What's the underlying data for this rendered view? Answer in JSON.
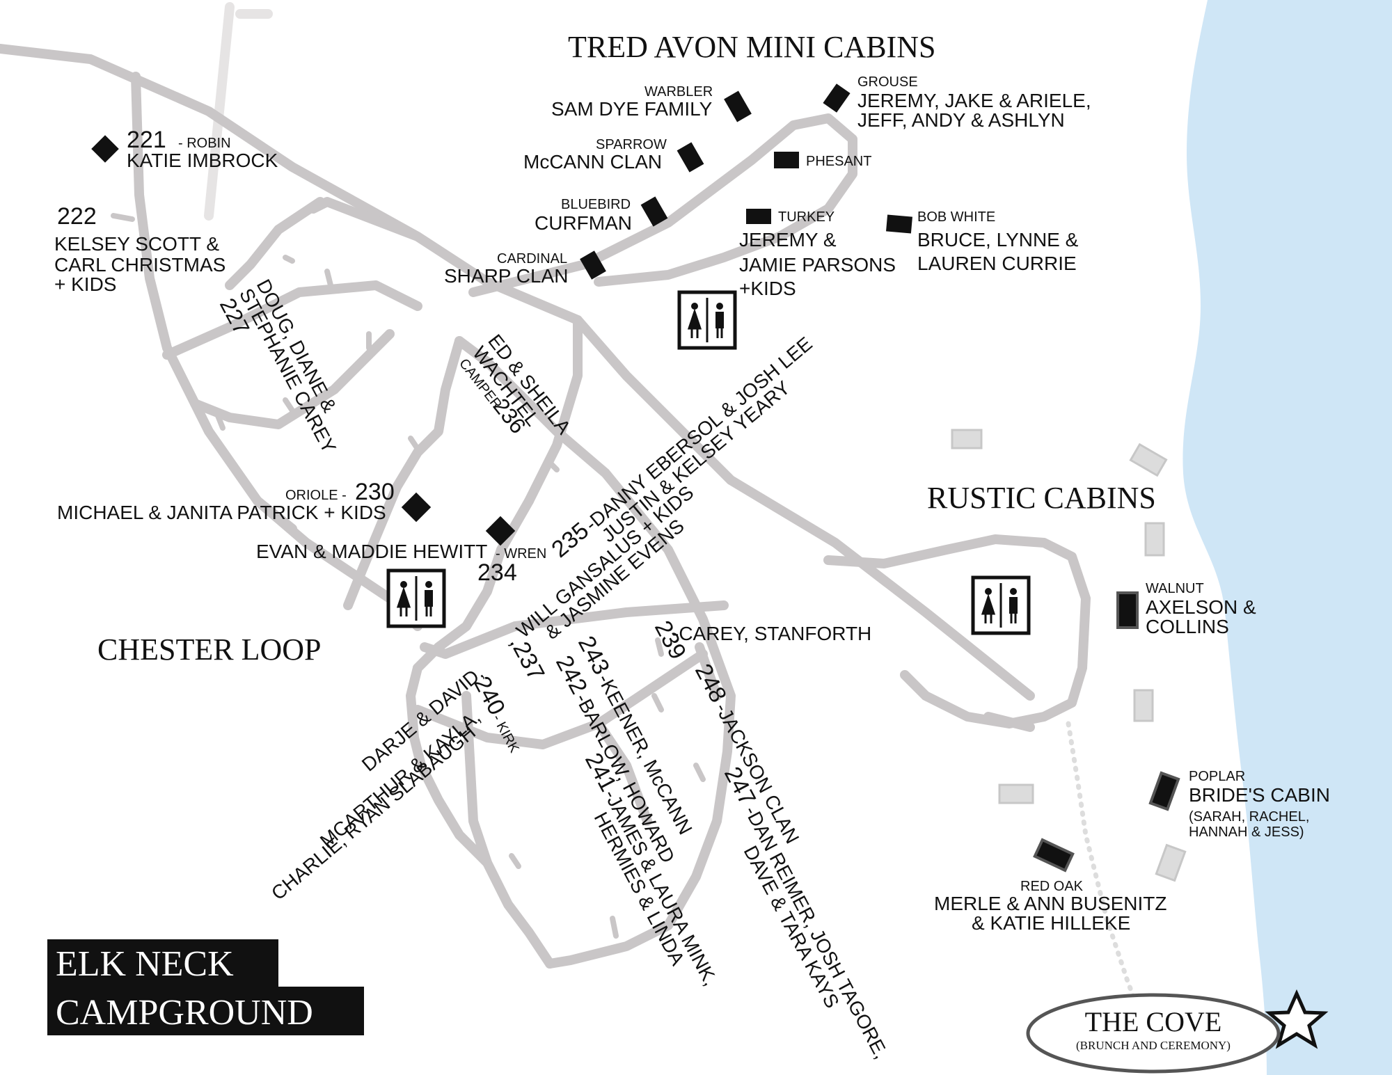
{
  "colors": {
    "water": "#cfe6f6",
    "road": "#c9c6c7",
    "cabin": "#111111",
    "ink": "#111111"
  },
  "titles": {
    "tred_avon": "TRED AVON MINI CABINS",
    "rustic": "RUSTIC CABINS",
    "chester": "CHESTER LOOP",
    "campground_line1": "ELK NECK",
    "campground_line2": "CAMPGROUND",
    "cove": "THE COVE",
    "cove_sub": "(BRUNCH AND CEREMONY)"
  },
  "sites": {
    "s221": {
      "num": "221",
      "tag": "- ROBIN",
      "name": "KATIE IMBROCK"
    },
    "s222": {
      "num": "222",
      "line1": "KELSEY SCOTT &",
      "line2": "CARL CHRISTMAS",
      "line3": "+ KIDS"
    },
    "s227": {
      "num": "227",
      "line1": "DOUG, DIANE &",
      "line2": "STEPHANIE CAREY"
    },
    "s236": {
      "num": "236",
      "line1": "ED & SHEILA",
      "line2": "WACHTEL",
      "tag": "CAMPER"
    },
    "s230": {
      "num": "230",
      "tag": "ORIOLE -",
      "name": "MICHAEL & JANITA PATRICK + KIDS"
    },
    "s234": {
      "num": "234",
      "name": "EVAN & MADDIE HEWITT",
      "tag": "- WREN"
    },
    "s235": {
      "num": "235",
      "line1": "-DANNY EBERSOL & JOSH LEE",
      "line2": "JUSTIN & KELSEY YEARY"
    },
    "will": {
      "line1": "WILL GANSALUS + KIDS",
      "line2": "& JASMINE EVENS"
    },
    "s239": {
      "num": "239",
      "name": "-CAREY, STANFORTH"
    },
    "s237": {
      "num": ",237"
    },
    "s240": {
      "num": "240",
      "tag": "- KIRK",
      "line1": "DARJE & DAVID,",
      "line2": "MCARTHUR & KAYLA,",
      "line3": "CHARLIE, RYAN SLABAUGH"
    },
    "s243": {
      "num": "243",
      "name": "-KEENER, McCANN"
    },
    "s242": {
      "num": "242",
      "name": "-BARLOW, HOWARD"
    },
    "s241": {
      "num": "241",
      "line1": "-JAMES & LAURA MINK,",
      "line2": "HERMIES & LINDA"
    },
    "s248": {
      "num": "248",
      "name": "-JACKSON CLAN"
    },
    "s247": {
      "num": "247",
      "line1": "-DAN REIMER, JOSH TAGORE,",
      "line2": "DAVE & TARA KAYS"
    }
  },
  "cabins": {
    "warbler": {
      "tag": "WARBLER",
      "name": "SAM DYE FAMILY"
    },
    "sparrow": {
      "tag": "SPARROW",
      "name": "McCANN CLAN"
    },
    "bluebird": {
      "tag": "BLUEBIRD",
      "name": "CURFMAN"
    },
    "cardinal": {
      "tag": "CARDINAL",
      "name": "SHARP CLAN"
    },
    "grouse": {
      "tag": "GROUSE",
      "line1": "JEREMY, JAKE & ARIELE,",
      "line2": "JEFF, ANDY & ASHLYN"
    },
    "phesant": {
      "tag": "PHESANT"
    },
    "turkey": {
      "tag": "TURKEY",
      "line1": "JEREMY &",
      "line2": "JAMIE PARSONS",
      "line3": "+KIDS"
    },
    "bobwhite": {
      "tag": "BOB WHITE",
      "line1": "BRUCE, LYNNE &",
      "line2": "LAUREN CURRIE"
    },
    "walnut": {
      "tag": "WALNUT",
      "line1": "AXELSON &",
      "line2": "COLLINS"
    },
    "poplar": {
      "tag": "POPLAR",
      "line1": "BRIDE'S CABIN",
      "line2": "(SARAH, RACHEL,",
      "line3": "HANNAH & JESS)"
    },
    "redoak": {
      "tag": "RED OAK",
      "line1": "MERLE & ANN BUSENITZ",
      "line2": "& KATIE HILLEKE"
    }
  },
  "icons": {
    "restroom": "restroom-icon",
    "star": "star-icon"
  }
}
